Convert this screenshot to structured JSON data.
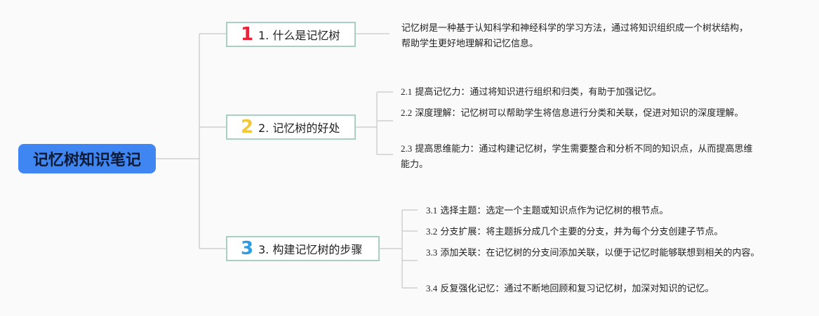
{
  "root": {
    "label": "记忆树知识笔记"
  },
  "colors": {
    "root_fill": "#3f86f2",
    "root_text": "#0d1a36",
    "branch_border": "#a8cfc4",
    "line": "#cfcfcf",
    "num1": "#e8243a",
    "num2": "#f2c935",
    "num3": "#2f9be0"
  },
  "branches": [
    {
      "num": "1",
      "label": "1. 什么是记忆树",
      "items": [
        {
          "text": "记忆树是一种基于认知科学和神经科学的学习方法，通过将知识组织成一个树状结构，帮助学生更好地理解和记忆信息。"
        }
      ]
    },
    {
      "num": "2",
      "label": "2. 记忆树的好处",
      "items": [
        {
          "id": "2.1",
          "text": "提高记忆力：通过将知识进行组织和归类，有助于加强记忆。"
        },
        {
          "id": "2.2",
          "text": "深度理解：记忆树可以帮助学生将信息进行分类和关联，促进对知识的深度理解。"
        },
        {
          "id": "2.3",
          "text": "提高思维能力：通过构建记忆树，学生需要整合和分析不同的知识点，从而提高思维能力。"
        }
      ]
    },
    {
      "num": "3",
      "label": "3. 构建记忆树的步骤",
      "items": [
        {
          "id": "3.1",
          "text": "选择主题：选定一个主题或知识点作为记忆树的根节点。"
        },
        {
          "id": "3.2",
          "text": "分支扩展：将主题拆分成几个主要的分支，并为每个分支创建子节点。"
        },
        {
          "id": "3.3",
          "text": "添加关联：在记忆树的分支间添加关联，以便于记忆时能够联想到相关的内容。"
        },
        {
          "id": "3.4",
          "text": "反复强化记忆：通过不断地回顾和复习记忆树，加深对知识的记忆。"
        }
      ]
    }
  ]
}
